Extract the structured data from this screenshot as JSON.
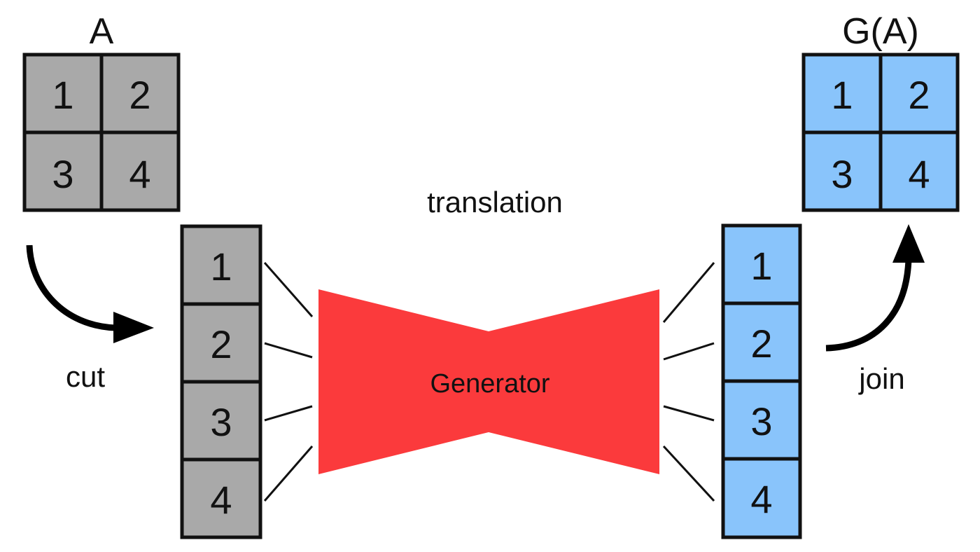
{
  "diagram": {
    "input_label": "A",
    "output_label": "G(A)",
    "cut_label": "cut",
    "join_label": "join",
    "translation_label": "translation",
    "generator_label": "Generator",
    "input_grid": [
      "1",
      "2",
      "3",
      "4"
    ],
    "input_column": [
      "1",
      "2",
      "3",
      "4"
    ],
    "output_column": [
      "1",
      "2",
      "3",
      "4"
    ],
    "output_grid": [
      "1",
      "2",
      "3",
      "4"
    ]
  },
  "colors": {
    "input_fill": "#a9a9a9",
    "output_fill": "#89c4fb",
    "generator_fill": "#fb3a3c",
    "stroke": "#111111"
  }
}
